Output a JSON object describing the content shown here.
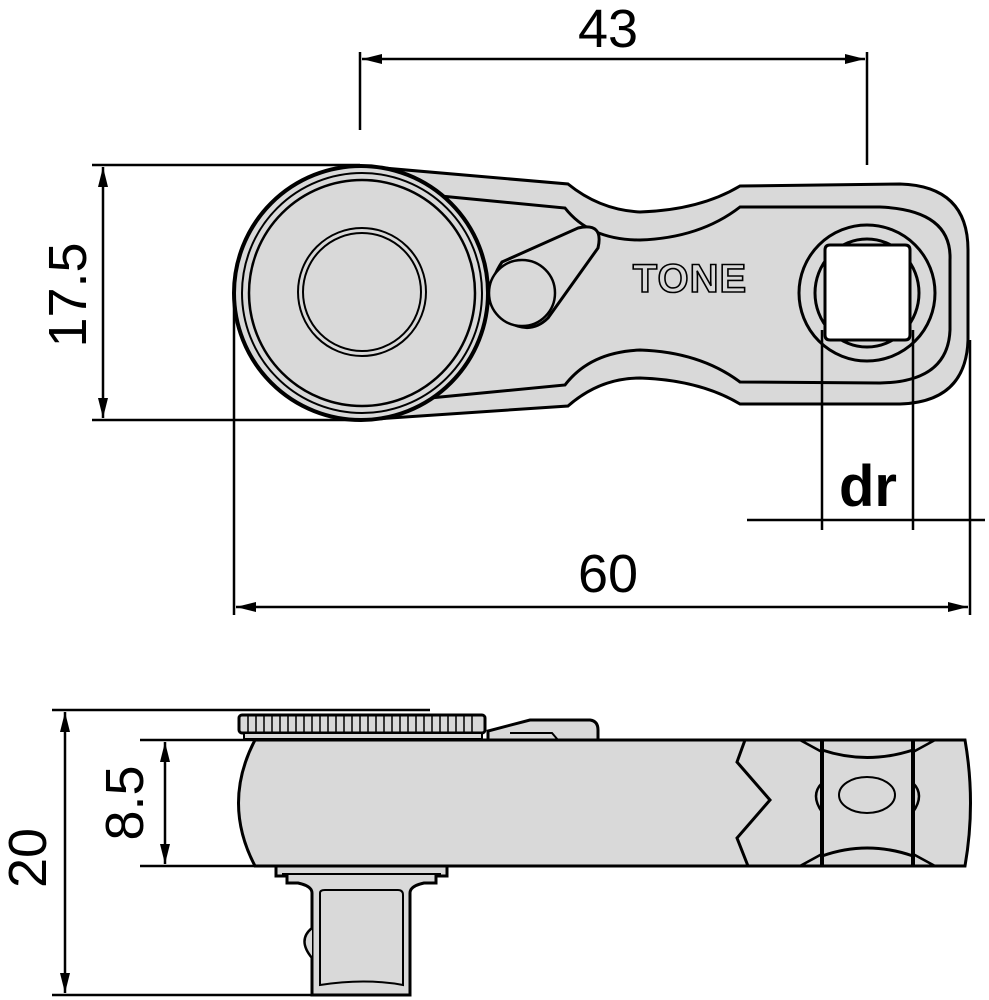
{
  "diagram": {
    "title": "Ratchet handle dimension drawing",
    "units": "mm",
    "colors": {
      "fill": "#d9d9d9",
      "stroke": "#000000",
      "background": "#ffffff",
      "socket_opening": "#ffffff"
    },
    "top_view": {
      "brand_label": "TONE",
      "dimensions": {
        "center_distance": "43",
        "overall_length": "60",
        "head_width": "17.5",
        "drive_label": "dr"
      }
    },
    "side_view": {
      "dimensions": {
        "overall_height": "20",
        "body_thickness": "8.5"
      }
    }
  }
}
